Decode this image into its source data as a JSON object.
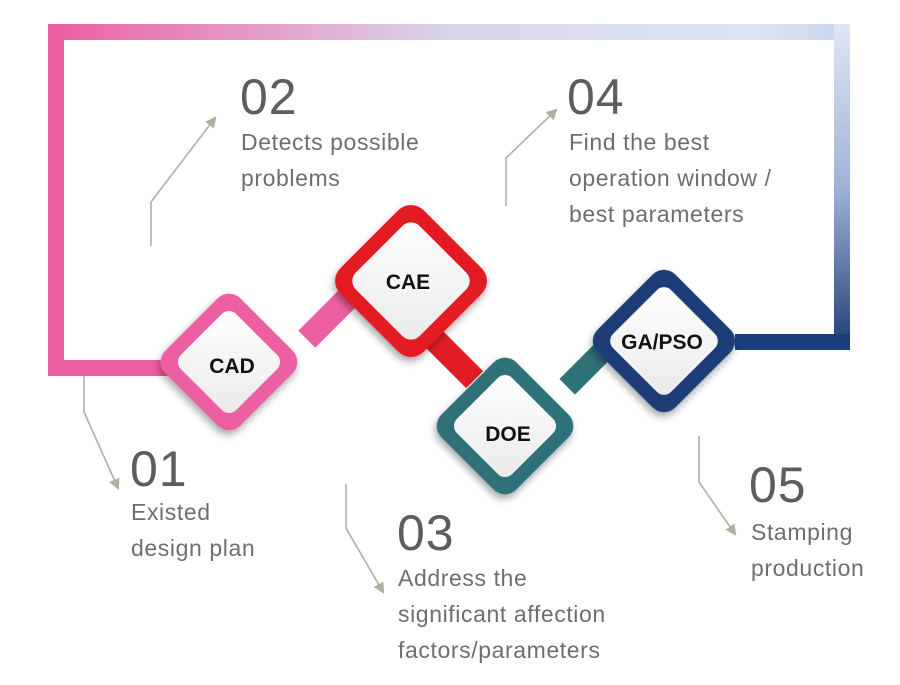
{
  "nodes": [
    {
      "label": "CAD",
      "color": "#ec5fa2"
    },
    {
      "label": "CAE",
      "color": "#e21c24"
    },
    {
      "label": "DOE",
      "color": "#2e7178"
    },
    {
      "label": "GA/PSO",
      "color": "#1d3d78"
    }
  ],
  "steps": [
    {
      "number": "01",
      "lines": [
        "Existed",
        "design plan"
      ]
    },
    {
      "number": "02",
      "lines": [
        "Detects possible",
        "problems"
      ]
    },
    {
      "number": "03",
      "lines": [
        "Address the",
        "significant affection",
        "factors/parameters"
      ]
    },
    {
      "number": "04",
      "lines": [
        "Find the best",
        "operation window /",
        "best parameters"
      ]
    },
    {
      "number": "05",
      "lines": [
        "Stamping",
        "production"
      ]
    }
  ],
  "colors": {
    "frame_start": "#ec5fa2",
    "frame_mid": "#dad5ef",
    "frame_end": "#1d3d78",
    "text": "#6e6e6e",
    "number": "#5d5d5d",
    "arrow": "#b3aea1"
  }
}
